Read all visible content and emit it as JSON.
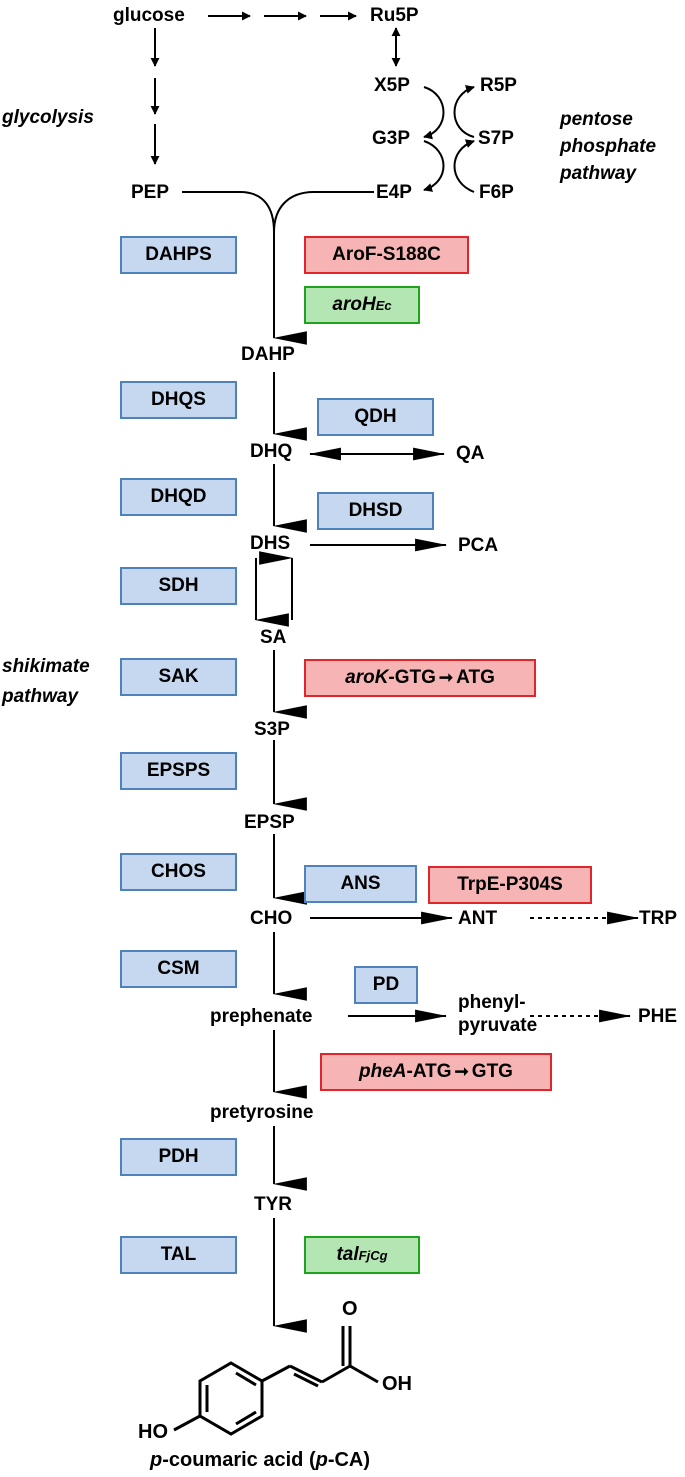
{
  "top": {
    "glucose": "glucose",
    "ru5p": "Ru5P",
    "x5p": "X5P",
    "r5p": "R5P",
    "g3p": "G3P",
    "s7p": "S7P",
    "e4p": "E4P",
    "f6p": "F6P",
    "pep": "PEP",
    "glycolysis": "glycolysis",
    "ppp_line1": "pentose",
    "ppp_line2": "phosphate",
    "ppp_line3": "pathway"
  },
  "metabolites": {
    "dahp": "DAHP",
    "dhq": "DHQ",
    "qa": "QA",
    "dhs": "DHS",
    "pca": "PCA",
    "sa": "SA",
    "s3p": "S3P",
    "epsp": "EPSP",
    "cho": "CHO",
    "ant": "ANT",
    "trp": "TRP",
    "prephenate": "prephenate",
    "phenylpyruvate_line1": "phenyl-",
    "phenylpyruvate_line2": "pyruvate",
    "phe": "PHE",
    "pretyrosine": "pretyrosine",
    "tyr": "TYR"
  },
  "enzymes": {
    "dahps": "DAHPS",
    "dhqs": "DHQS",
    "qdh": "QDH",
    "dhqd": "DHQD",
    "dhsd": "DHSD",
    "sdh": "SDH",
    "sak": "SAK",
    "epsps": "EPSPS",
    "chos": "CHOS",
    "ans": "ANS",
    "csm": "CSM",
    "pd": "PD",
    "pdh": "PDH",
    "tal": "TAL"
  },
  "modifications": {
    "arof": "AroF-S188C",
    "aroh_gene": "aroH",
    "aroh_sub": "Ec",
    "arok_gene": "aroK",
    "arok_from": "-GTG",
    "arok_to": "ATG",
    "trpe": "TrpE-P304S",
    "phea_gene": "pheA",
    "phea_from": "-ATG",
    "phea_to": "GTG",
    "tal_gene": "tal",
    "tal_sub": "FjCg"
  },
  "side_label": {
    "line1": "shikimate",
    "line2": "pathway"
  },
  "product": {
    "o_label": "O",
    "oh_label": "OH",
    "ho_label": "HO",
    "name_p1": "p",
    "name_mid": "-coumaric acid (",
    "name_p2": "p",
    "name_end": "-CA)"
  },
  "colors": {
    "enzyme_fill": "#c6d7f0",
    "enzyme_border": "#4f81bd",
    "mutation_fill": "#f7b4b4",
    "mutation_border": "#e0262a",
    "gene_fill": "#b4e6b4",
    "gene_border": "#1fa31f"
  }
}
